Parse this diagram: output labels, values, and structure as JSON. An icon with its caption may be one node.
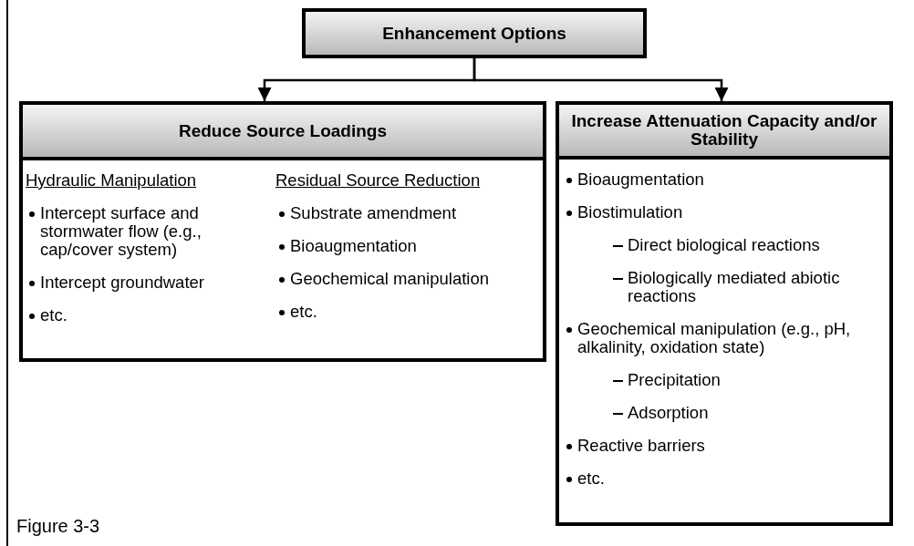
{
  "diagram": {
    "caption": "Figure 3-3",
    "nodes": [
      {
        "text": [
          "Enhancement Options"
        ]
      },
      {
        "text": [
          "Reduce Source Loadings",
          "Hydraulic Manipulation",
          "Intercept surface and stormwater flow (e.g., cap/cover system)",
          "Intercept groundwater",
          "etc.",
          "Residual Source Reduction",
          "Substrate amendment",
          "Bioaugmentation",
          "Geochemical manipulation",
          "etc."
        ]
      },
      {
        "text": [
          "Increase Attenuation Capacity and/or Stability",
          "Bioaugmentation",
          "Biostimulation",
          "Direct biological reactions",
          "Biologically mediated abiotic reactions",
          "Geochemical manipulation (e.g., pH, alkalinity, oxidation state)",
          "Precipitation",
          "Adsorption",
          "Reactive barriers",
          "etc."
        ]
      }
    ],
    "edges": [
      {
        "from": 0,
        "to": 1,
        "arrow": "to"
      },
      {
        "from": 0,
        "to": 2,
        "arrow": "to"
      }
    ]
  }
}
